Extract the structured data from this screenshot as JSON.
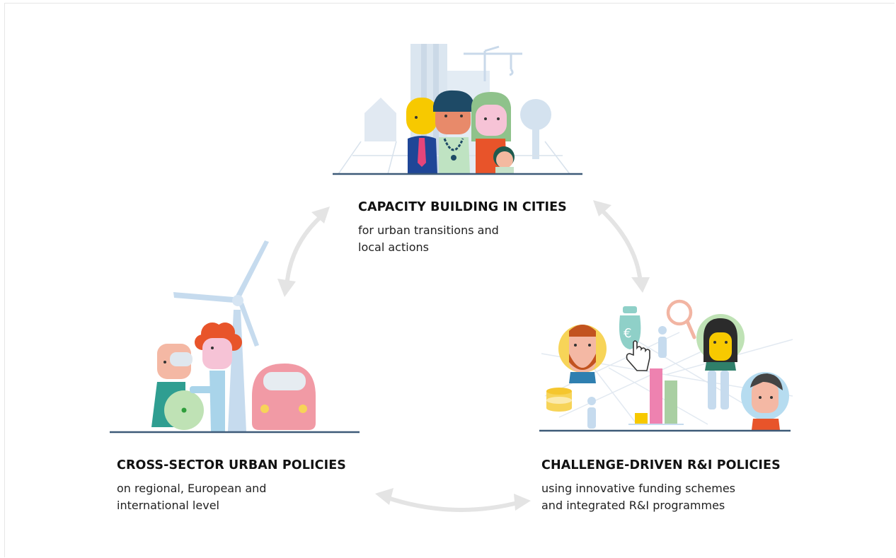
{
  "nodes": {
    "top": {
      "title": "CAPACITY BUILDING IN CITIES",
      "line1": "for urban transitions and",
      "line2": "local actions"
    },
    "left": {
      "title": "CROSS-SECTOR URBAN POLICIES",
      "line1": "on regional, European and",
      "line2": "international level"
    },
    "right": {
      "title": "CHALLENGE-DRIVEN R&I POLICIES",
      "line1": "using innovative funding schemes",
      "line2": "and integrated R&I programmes"
    }
  },
  "icons": {
    "money_bag_symbol": "€"
  },
  "colors": {
    "arrow": "#e4e4e4",
    "baseline": "#3d5a78",
    "pink": "#ee82b0",
    "yellow": "#f7c900",
    "green": "#a9cfa2",
    "light_blue": "#c7d9ea",
    "orange": "#e8542a"
  }
}
